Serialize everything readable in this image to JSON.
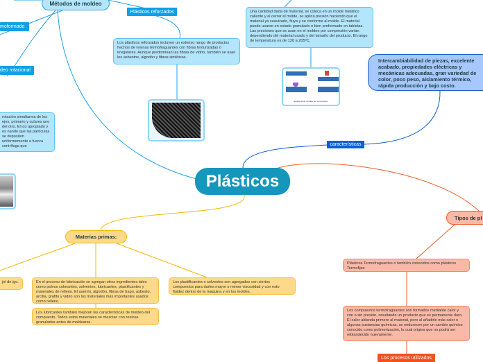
{
  "central": {
    "title": "Plásticos"
  },
  "metodos": {
    "title": "Métodos de moldeo",
    "labels": {
      "termoformado": "moformado",
      "rotacional": "deo rotacional",
      "reforzados": "Plásticos reforzados"
    },
    "reforzados_text": "Los plásticos reforzados incluyen un extenso rango de productos hechos de resinas termofraguantes con fibras texturizadas o irregulares. Aunque predominan las fibras de vidrio, también se usan los asbestos, algodón y fibras sintéticas.",
    "compresion_text": "Una cantidad dada de material, se coloca en un molde metálico caliente y al cerrar el molde, se aplica presión haciendo que el material ya suavizado, fluya y se conforme al molde. El material puede usarse en estado granulado o bien preformado en tabletas. Las presiones que se usan en el moldeo por compresión varían dependiendo del material usado y del tamaño del producto. El rango de temperatura es de 120 a 205ºC.",
    "rotacional_text": "rotación simultanea de los ejes, primario y culares uno del otro. El ico apropiado y es nando que las partículas se depositen uniformemente a fuerza centrífuga que",
    "compresion_image_caption": "Esquema de moldeo por compresión"
  },
  "caracteristicas": {
    "label": "características",
    "text": "Intercambiabilidad de piezas, excelente acabado, propiedades eléctricas y mecánicas adecuadas, gran variedad de color, poco peso, aislamiento térmico, rápida producción y bajo costo."
  },
  "materias": {
    "title": "Materias primas:",
    "left_text": "jol de igo.",
    "ingredientes_text": "En el proceso de fabricación se agregan otros ingredientes tales como polvos colorantes, solventes, lubricantes, plastificantes y materiales de relleno. El aserrín, algodón, fibras de trapo, asbesto, arcilla, grafito y vidrio son los materiales más importantes usados como relleno.",
    "lubricantes_text": "Los lubricantes también mejoran las características de moldeo del compuesto. Todos estos materiales se mezclan con resinas granuladas antes de moldearse.",
    "plastificantes_text": "Los plastificantes o solventes son agregados con ciertos compuestos para darles mayor o menor viscosidad y con esto fluidez dentro de la maquina y en los moldes."
  },
  "tipos": {
    "title": "Tipos de pl",
    "termo_text": "Plásticos Termofraguantes o también  conocidos como plásticos  Termofijos",
    "compuestos_text": "Los compuestos termofraguantes son formados mediante calor y con o sin presión, resultando un producto que es permanente duro. El calor ablanda primero al material, pero al añadirle más calor o algunas sustancias químicas, se endurecen por un cambio químico conocido como polimerización, lo cual origina que no podrá ser reblandecido nuevamente.",
    "procesos_label": "Los procesos utilizados"
  },
  "colors": {
    "central": "#1597bd",
    "blue_branch": "#1aa3e8",
    "characteristics": "#0a5fd6",
    "materials": "#f5b800",
    "types": "#f05a28"
  }
}
